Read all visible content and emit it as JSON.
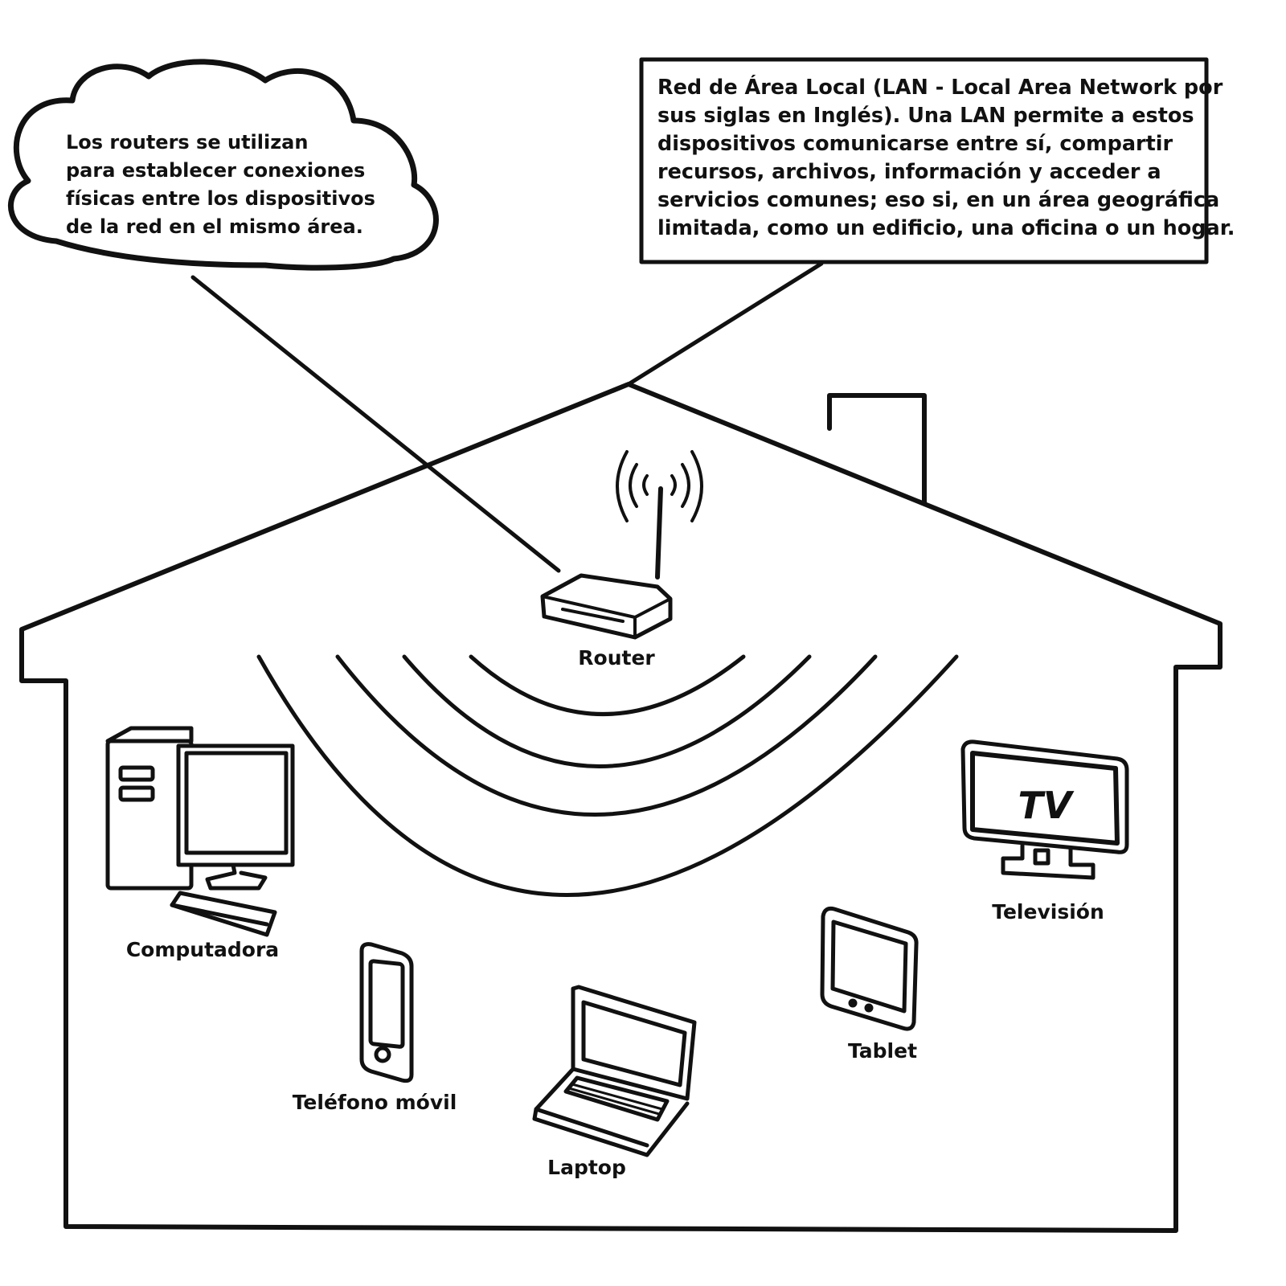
{
  "cloud_note": {
    "lines": [
      "Los routers se utilizan",
      "para establecer conexiones",
      "físicas entre los dispositivos",
      "de la red en el mismo área."
    ]
  },
  "lan_box": {
    "lines": [
      "Red de Área Local (LAN - Local Area Network por",
      "sus siglas en Inglés). Una LAN permite a estos",
      "dispositivos comunicarse entre sí, compartir",
      "recursos, archivos, información y acceder a",
      "servicios comunes; eso si, en un área geográfica",
      "limitada, como un edificio, una oficina o un hogar."
    ]
  },
  "devices": {
    "router": "Router",
    "computer": "Computadora",
    "phone": "Teléfono móvil",
    "laptop": "Laptop",
    "tablet": "Tablet",
    "tv": "Televisión",
    "tv_screen_text": "TV"
  },
  "colors": {
    "ink": "#111111",
    "background": "#ffffff"
  }
}
